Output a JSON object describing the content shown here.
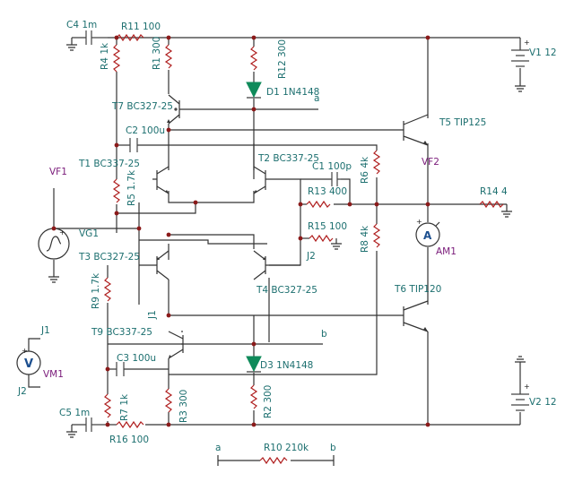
{
  "labels": {
    "c4": "C4 1m",
    "r11": "R11 100",
    "r4": "R4 1k",
    "r1": "R1 300",
    "r12": "R12 300",
    "d1": "D1 1N4148",
    "a_top": "a",
    "v1": "V1 12",
    "t7": "T7 BC327-25",
    "t5": "T5 TIP125",
    "c2": "C2 100u",
    "t1": "T1 BC337-25",
    "t2": "T2 BC337-25",
    "c1": "C1 100p",
    "vf1": "VF1",
    "r5": "R5 1.7k",
    "r6": "R6 4k",
    "vf2": "VF2",
    "r13": "R13 400",
    "r14": "R14 4",
    "vg1": "VG1",
    "r15": "R15 100",
    "r8": "R8 4k",
    "am1": "AM1",
    "t3": "T3 BC327-25",
    "j2_mid": "J2",
    "r9": "R9 1.7k",
    "j1_mid": "J1",
    "t4": "T4 BC327-25",
    "t6": "T6 TIP120",
    "t9": "T9 BC337-25",
    "b_mid": "b",
    "j1": "J1",
    "vm1": "VM1",
    "c3": "C3 100u",
    "d3": "D3 1N4148",
    "j2": "J2",
    "r7": "R7 1k",
    "r3": "R3 300",
    "r2": "R2 300",
    "v2": "V2 12",
    "c5": "C5 1m",
    "r16": "R16 100",
    "a_bot": "a",
    "r10": "R10 210k",
    "b_bot": "b"
  },
  "meter_symbols": {
    "voltmeter": "V",
    "ammeter": "A"
  },
  "polarity": {
    "plus": "+"
  }
}
